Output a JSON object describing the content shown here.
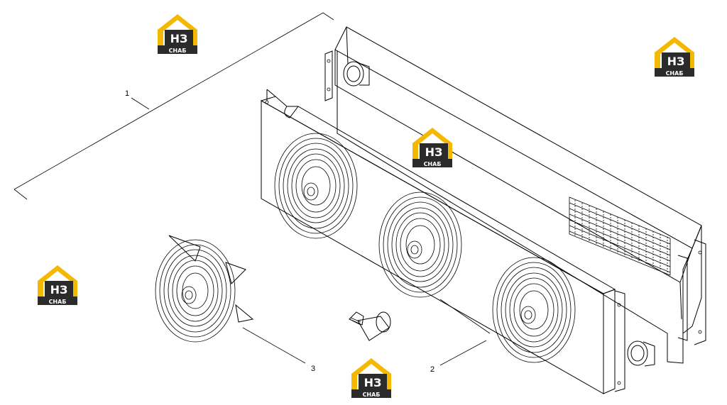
{
  "diagram": {
    "callouts": [
      {
        "id": "1",
        "label": "1"
      },
      {
        "id": "2",
        "label": "2"
      },
      {
        "id": "3",
        "label": "3"
      }
    ]
  },
  "watermark": {
    "logo_letters": "НЗ",
    "logo_caption": "СНАБ",
    "logo_color_house": "#f5b800",
    "logo_color_plate": "#2b2b2b"
  }
}
